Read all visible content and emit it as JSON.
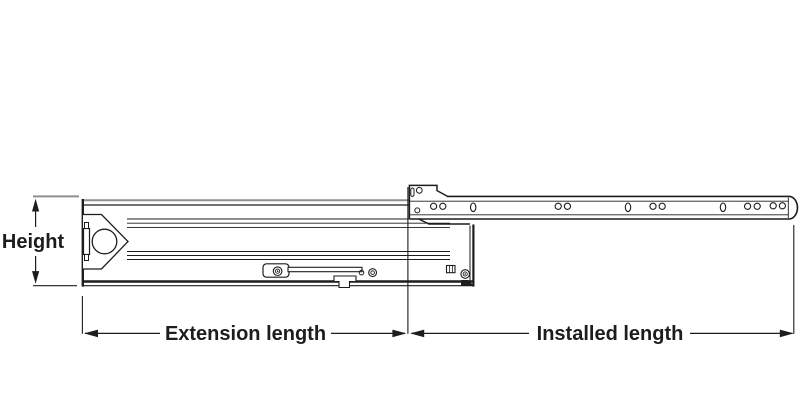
{
  "diagram": {
    "type": "technical-drawing",
    "subject": "Drawer slide (telescopic runner) side view with dimension callouts",
    "labels": {
      "height": "Height",
      "extension_length": "Extension length",
      "installed_length": "Installed length"
    },
    "colors": {
      "line": "#1d1d1d",
      "secondary_gray": "#8f8f8f",
      "background": "#ffffff"
    }
  }
}
